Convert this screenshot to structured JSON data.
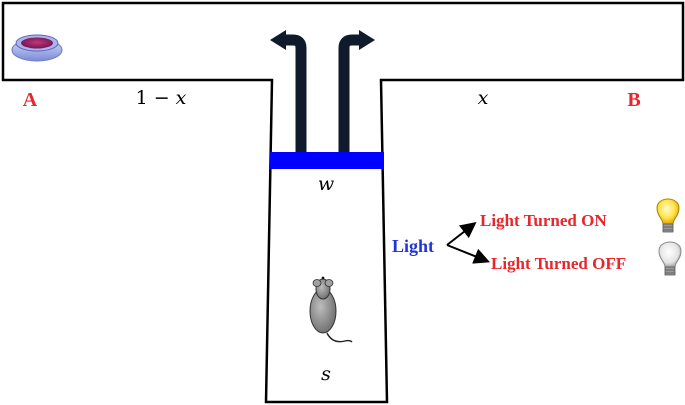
{
  "maze": {
    "left_end_label": "A",
    "right_end_label": "B",
    "left_arm_prob": {
      "number": "1",
      "minus": "−",
      "variable": "x"
    },
    "right_arm_prob": "x",
    "gate_label": "w",
    "start_label": "s"
  },
  "light": {
    "label": "Light",
    "on_label": "Light Turned ON",
    "off_label": "Light Turned OFF"
  },
  "colors": {
    "end_labels": "#e8262b",
    "light_label": "#1f35d6",
    "gate": "#0000ff",
    "walls": "#000000",
    "arrows": "#0f1b2d"
  },
  "icons": {
    "food_bowl": "food-bowl-icon",
    "mouse": "mouse-icon",
    "bulb_on": "lightbulb-on-icon",
    "bulb_off": "lightbulb-off-icon"
  }
}
